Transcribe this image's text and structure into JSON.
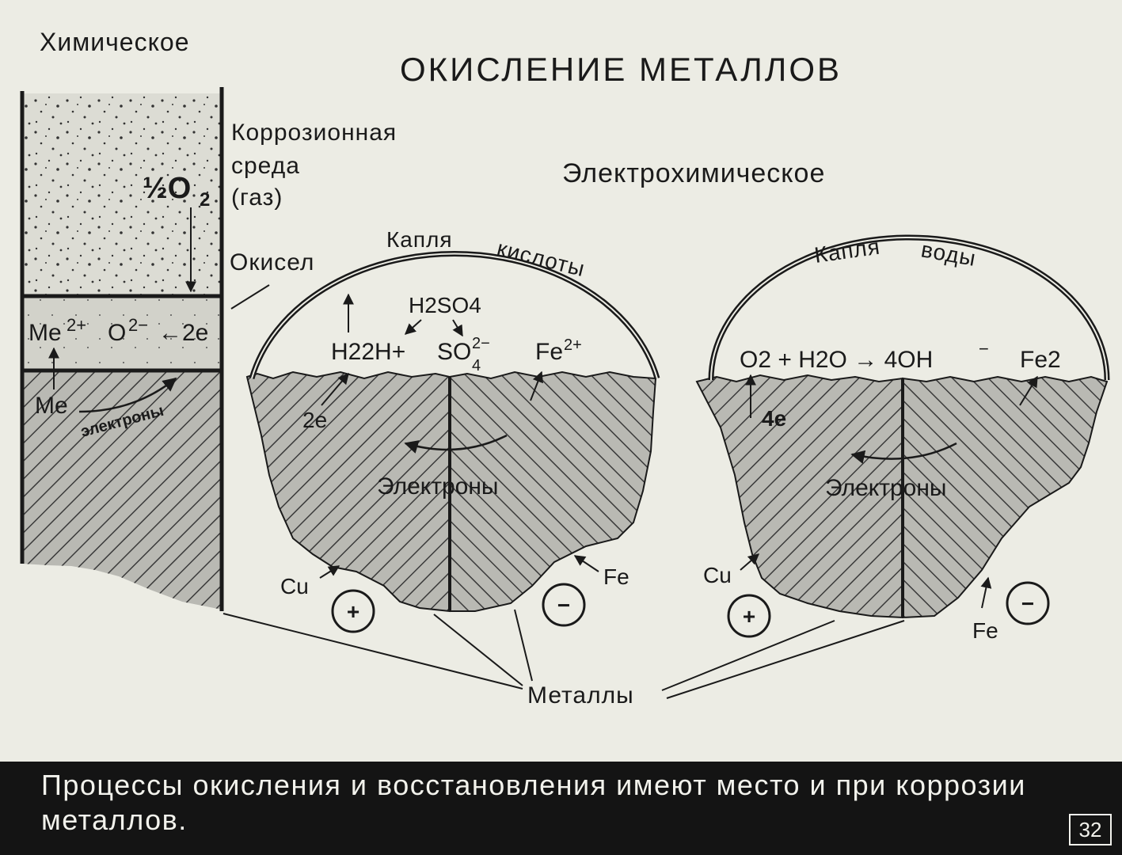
{
  "title": "ОКИСЛЕНИЕ МЕТАЛЛОВ",
  "chemical": {
    "heading": "Химическое",
    "medium_label": [
      "Коррозионная",
      "среда",
      "(газ)"
    ],
    "oxygen": "½O",
    "oxygen_sub": "2",
    "oxide_label": "Окисел",
    "oxide_layer": {
      "me": "Me",
      "me_charge": "2+",
      "o": "O",
      "o_charge": "2−",
      "arrow_electrons": "←2e"
    },
    "metal_me": "Me",
    "electrons": "электроны"
  },
  "electrochemical": {
    "heading": "Электрохимическое",
    "acid": {
      "drop_label_1": "Капля",
      "drop_label_2": "кислоты",
      "h2so4": "H2SO4",
      "h2_2h": "H22H+",
      "so4": "SO",
      "so4_sub": "4",
      "so4_sup": "2−",
      "fe": "Fe",
      "fe_sup": "2+",
      "electrons_2e": "2e",
      "electrons_label": "Электроны",
      "cu": "Cu",
      "fe_label": "Fe",
      "plus": "+",
      "minus": "−"
    },
    "water": {
      "drop_label_1": "Капля",
      "drop_label_2": "воды",
      "reaction_o2": "O2 + H2O → 4OH",
      "reaction_sup": "−",
      "fe": "Fe2",
      "electrons_4e": "4e",
      "electrons_label": "Электроны",
      "cu": "Cu",
      "fe_label": "Fe",
      "plus": "+",
      "minus": "−"
    }
  },
  "metals_label": "Металлы",
  "caption": "Процессы окисления и восстановления имеют место и при коррозии металлов.",
  "slide_number": "32",
  "colors": {
    "background": "#ecece4",
    "ink": "#1a1a1a",
    "caption_bg": "#141414",
    "caption_text": "#f2f2ec",
    "metal_fill": "#b9b9b3",
    "gas_fill": "#d9d9d1",
    "oxide_fill": "#cfcfc7"
  }
}
